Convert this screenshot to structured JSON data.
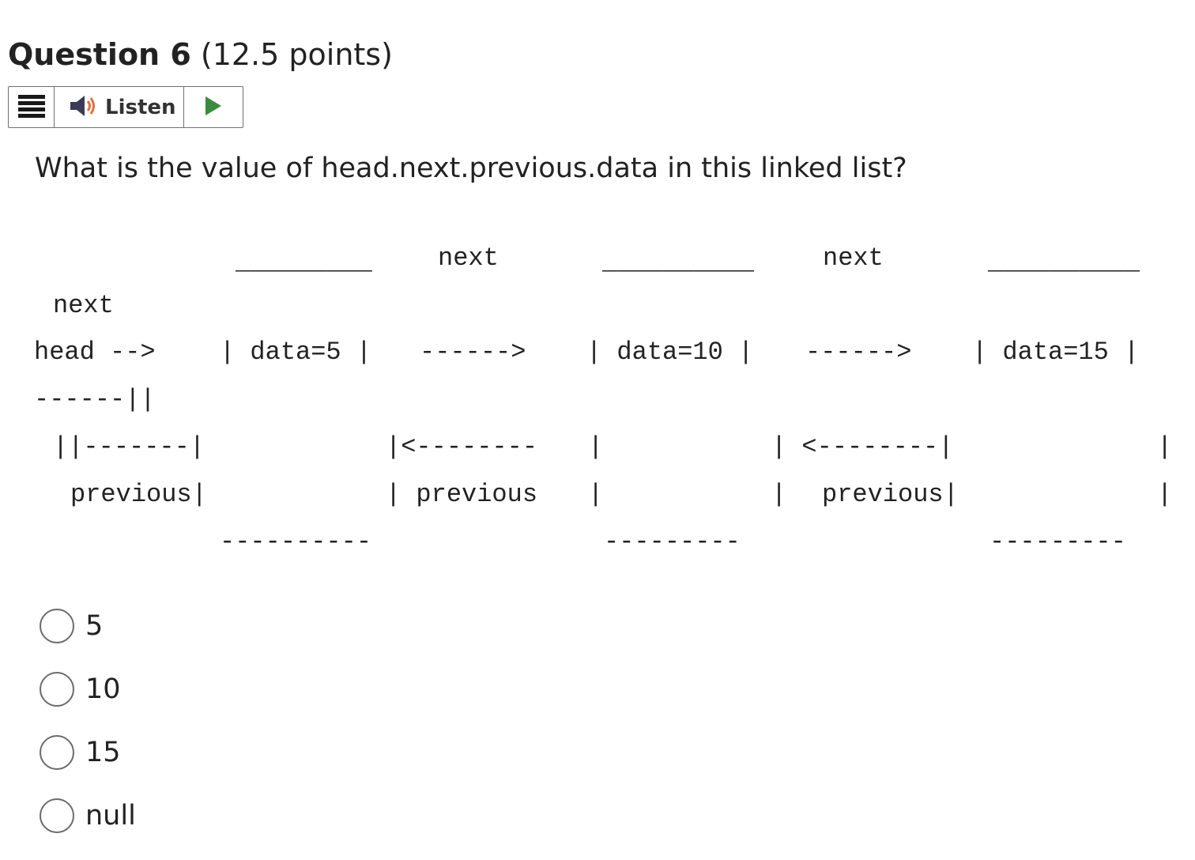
{
  "question": {
    "number_label": "Question 6",
    "points_label": "(12.5 points)",
    "prompt": "What is the value of head.next.previous.data in this linked list?"
  },
  "toolbar": {
    "listen_label": "Listen",
    "accent_play": "#3a8a3f",
    "accent_speaker": "#e2703a"
  },
  "diagram": {
    "lines": [
      "_________",
      "next",
      "__________",
      "next",
      "__________",
      "next",
      "head -->",
      "| data=5 |",
      "------>",
      "| data=10 |",
      "------>",
      "| data=15 |",
      "------||",
      "||-------|",
      "|<--------",
      "|",
      "| <--------|",
      "|",
      "previous|",
      "| previous",
      "|",
      "|",
      "previous|",
      "|",
      "----------",
      "---------",
      "---------"
    ]
  },
  "choices": [
    {
      "label": "5"
    },
    {
      "label": "10"
    },
    {
      "label": "15"
    },
    {
      "label": "null"
    }
  ]
}
